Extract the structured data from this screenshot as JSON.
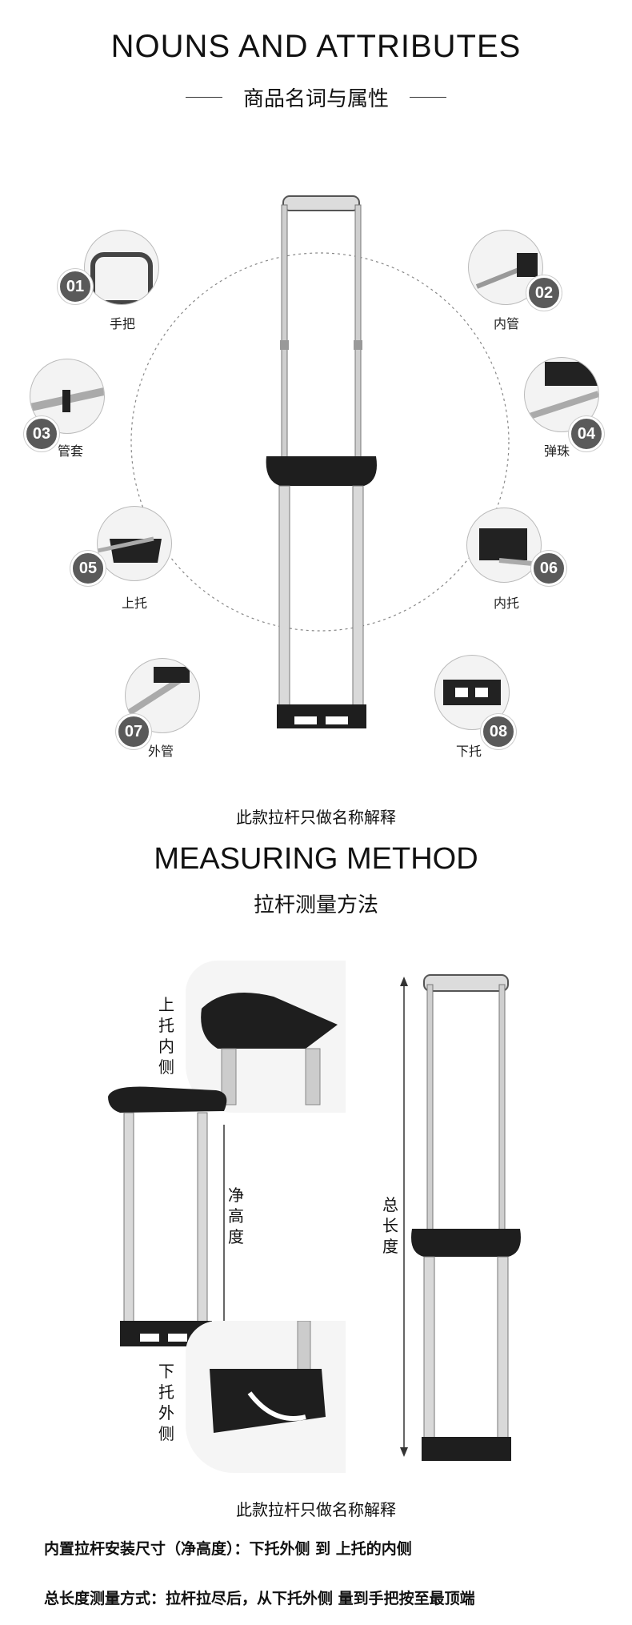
{
  "header": {
    "title_en": "NOUNS AND ATTRIBUTES",
    "title_cn": "商品名词与属性"
  },
  "parts": [
    {
      "num": "01",
      "label": "手把"
    },
    {
      "num": "02",
      "label": "内管"
    },
    {
      "num": "03",
      "label": "管套"
    },
    {
      "num": "04",
      "label": "弹珠"
    },
    {
      "num": "05",
      "label": "上托"
    },
    {
      "num": "06",
      "label": "内托"
    },
    {
      "num": "07",
      "label": "外管"
    },
    {
      "num": "08",
      "label": "下托"
    }
  ],
  "note_1": "此款拉杆只做名称解释",
  "measure": {
    "title_en": "MEASURING METHOD",
    "title_cn": "拉杆测量方法",
    "label_upper_inner": "上托内侧",
    "label_net_height": "净高度",
    "label_lower_outer": "下托外侧",
    "label_total_length": "总长度",
    "note": "此款拉杆只做名称解释",
    "line1": "内置拉杆安装尺寸（净高度）：下托外侧 到 上托的内侧",
    "line2": "总长度测量方式：拉杆拉尽后，从下托外侧 量到手把按至最顶端"
  },
  "icons": [
    "trolley-handle-image",
    "detail-photo"
  ]
}
